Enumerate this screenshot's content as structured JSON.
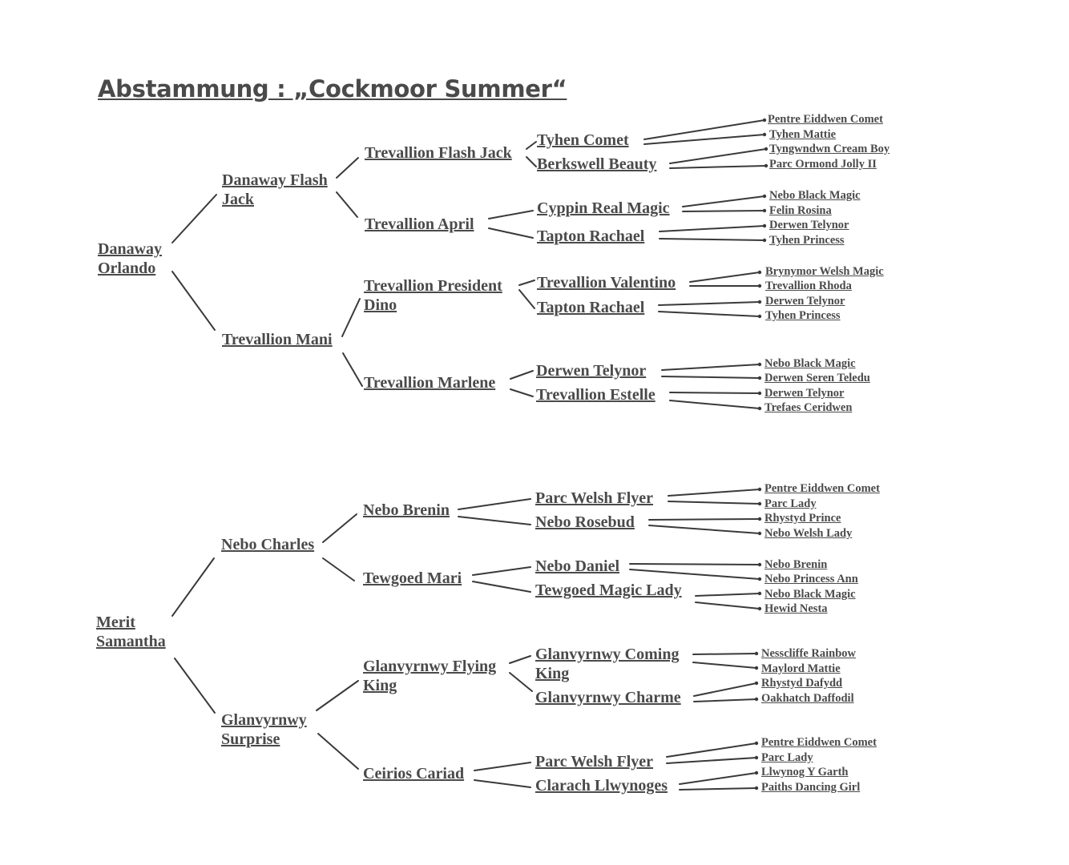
{
  "title": "Abstammung :   „Cockmoor Summer“",
  "sire": {
    "name": "Danaway Orlando",
    "sire": {
      "name": "Danaway Flash Jack",
      "sire": {
        "name": "Trevallion Flash Jack",
        "sire": {
          "name": "Tyhen Comet",
          "sire": "Pentre Eiddwen Comet",
          "dam": "Tyhen Mattie"
        },
        "dam": {
          "name": "Berkswell Beauty",
          "sire": "Tyngwndwn Cream Boy",
          "dam": "Parc Ormond Jolly II"
        }
      },
      "dam": {
        "name": "Trevallion April",
        "sire": {
          "name": "Cyppin Real Magic",
          "sire": "Nebo Black Magic",
          "dam": "Felin Rosina"
        },
        "dam": {
          "name": "Tapton Rachael",
          "sire": "Derwen Telynor",
          "dam": "Tyhen Princess"
        }
      }
    },
    "dam": {
      "name": "Trevallion Mani",
      "sire": {
        "name": "Trevallion President Dino",
        "sire": {
          "name": "Trevallion Valentino",
          "sire": "Brynymor Welsh Magic",
          "dam": "Trevallion Rhoda"
        },
        "dam": {
          "name": "Tapton Rachael",
          "sire": "Derwen Telynor",
          "dam": "Tyhen Princess"
        }
      },
      "dam": {
        "name": "Trevallion Marlene",
        "sire": {
          "name": "Derwen Telynor",
          "sire": "Nebo Black Magic",
          "dam": "Derwen Seren Teledu"
        },
        "dam": {
          "name": "Trevallion Estelle",
          "sire": "Derwen Telynor",
          "dam": "Trefaes Ceridwen"
        }
      }
    }
  },
  "dam": {
    "name": "Merit Samantha",
    "sire": {
      "name": "Nebo Charles",
      "sire": {
        "name": "Nebo Brenin",
        "sire": {
          "name": "Parc Welsh Flyer",
          "sire": "Pentre Eiddwen Comet",
          "dam": "Parc Lady"
        },
        "dam": {
          "name": "Nebo Rosebud",
          "sire": "Rhystyd Prince",
          "dam": "Nebo Welsh Lady"
        }
      },
      "dam": {
        "name": "Tewgoed Mari",
        "sire": {
          "name": "Nebo Daniel",
          "sire": "Nebo Brenin",
          "dam": "Nebo Princess Ann"
        },
        "dam": {
          "name": "Tewgoed Magic Lady",
          "sire": "Nebo Black Magic",
          "dam": "Hewid Nesta"
        }
      }
    },
    "dam": {
      "name": "Glanvyrnwy Surprise",
      "sire": {
        "name": "Glanvyrnwy Flying King",
        "sire": {
          "name": "Glanvyrnwy Coming King",
          "sire": "Nesscliffe Rainbow",
          "dam": "Maylord Mattie"
        },
        "dam": {
          "name": "Glanvyrnwy Charme",
          "sire": "Rhystyd Dafydd",
          "dam": "Oakhatch Daffodil"
        }
      },
      "dam": {
        "name": "Ceirios Cariad",
        "sire": {
          "name": "Parc Welsh Flyer",
          "sire": "Pentre Eiddwen Comet",
          "dam": "Parc Lady"
        },
        "dam": {
          "name": "Clarach Llwynoges",
          "sire": "Llwynog Y Garth",
          "dam": "Paiths Dancing Girl"
        }
      }
    }
  }
}
